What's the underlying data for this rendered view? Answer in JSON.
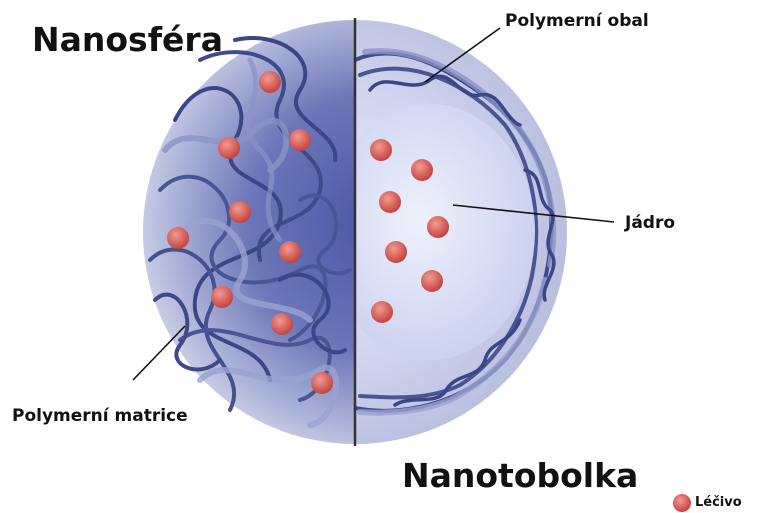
{
  "labels": {
    "nanosphere": "Nanosféra",
    "nanocapsule": "Nanotobolka",
    "polymer_shell": "Polymerní obal",
    "core": "Jádro",
    "polymer_matrix": "Polymerní matrice",
    "drug": "Léčivo"
  },
  "colors": {
    "drug": "#d9605a",
    "fiber": "#3f4a8a",
    "sphere_outer": "#c3c8e4",
    "sphere_inner": "#5d68b0",
    "core": "#dfe4f7",
    "divider": "#333333"
  }
}
